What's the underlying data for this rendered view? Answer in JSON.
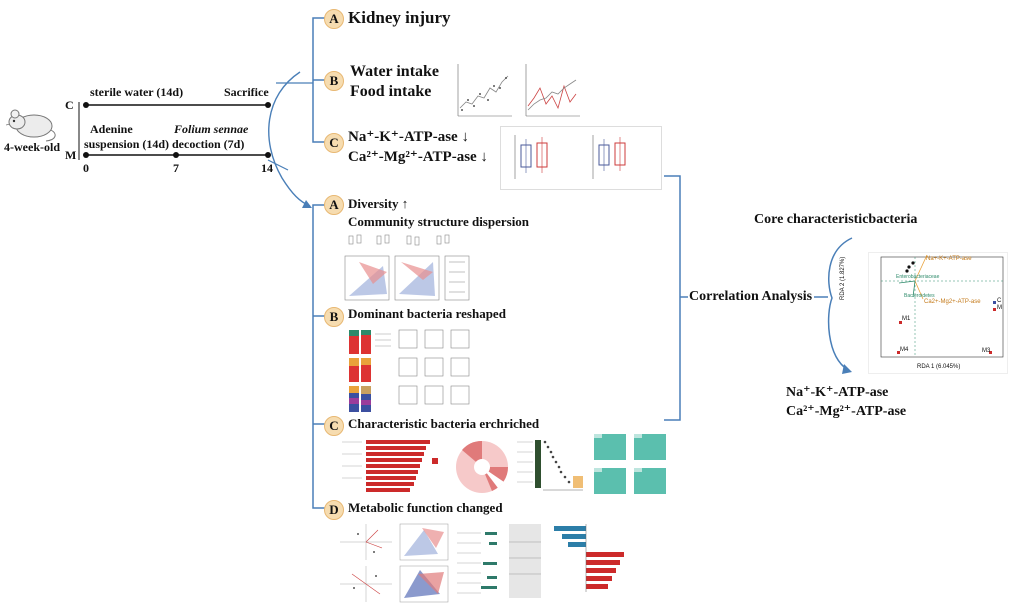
{
  "left": {
    "age_label": "4-week-old",
    "group_c": "C",
    "group_m": "M",
    "c_line_label": "sterile water (14d)",
    "c_end_label": "Sacrifice",
    "m_line1_a": "Adenine",
    "m_line1_b": "suspension (14d)",
    "m_line2_italic": "Folium sennae",
    "m_line2_b": "decoction (7d)",
    "tick_0": "0",
    "tick_7": "7",
    "tick_14": "14"
  },
  "top": {
    "a_badge": "A",
    "a_label": "Kidney injury",
    "b_badge": "B",
    "b_label1": "Water intake",
    "b_label2": "Food intake",
    "c_badge": "C",
    "c_label1": "Na⁺-K⁺-ATP-ase ↓",
    "c_label2": "Ca²⁺-Mg²⁺-ATP-ase ↓"
  },
  "bottom": {
    "a_badge": "A",
    "a_label1": "Diversity ↑",
    "a_label2": "Community structure dispersion",
    "b_badge": "B",
    "b_label": "Dominant bacteria reshaped",
    "c_badge": "C",
    "c_label": "Characteristic bacteria erchriched",
    "d_badge": "D",
    "d_label": "Metabolic function changed"
  },
  "middle": {
    "correlation": "Correlation Analysis"
  },
  "right": {
    "core_title": "Core characteristicbacteria",
    "enzyme1": "Na⁺-K⁺-ATP-ase",
    "enzyme2": "Ca²⁺-Mg²⁺-ATP-ase"
  },
  "rda": {
    "xlabel": "RDA 1 (6.045%)",
    "ylabel": "RDA 2 (1.827%)",
    "arrow1": "Na+-K+-ATP-ase",
    "arrow2": "Ca2+-Mg2+-ATP-ase",
    "taxon1": "Enterobacteriaceae",
    "taxon2": "Bacteroidetes",
    "legend": [
      "C",
      "M"
    ],
    "points": [
      "M4",
      "M1",
      "M3"
    ]
  },
  "colors": {
    "badge_fill": "#f6dcb0",
    "bracket_blue": "#4a7fb8",
    "bar_red": "#cc2a2a",
    "teal": "#5bbfae",
    "pink": "#e88f8f",
    "navy": "#4a5a9a"
  }
}
